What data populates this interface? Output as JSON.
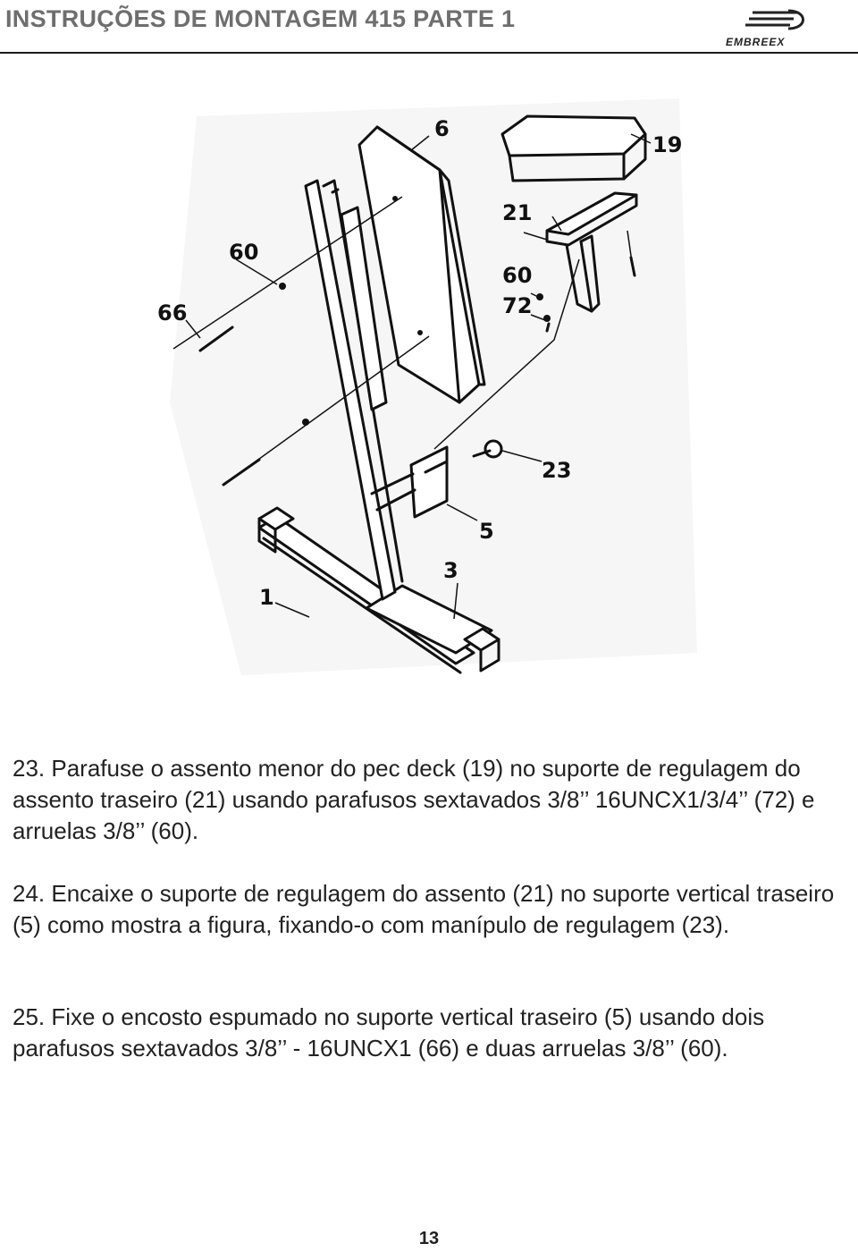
{
  "header": {
    "title": "INSTRUÇÕES DE MONTAGEM 415 PARTE 1",
    "brand": "EMBREEX"
  },
  "diagram": {
    "labels": [
      "6",
      "19",
      "21",
      "60",
      "72",
      "66",
      "60",
      "23",
      "5",
      "3",
      "1"
    ]
  },
  "steps": [
    "23. Parafuse o assento menor do pec deck (19) no suporte de regulagem do assento traseiro (21) usando parafusos sextavados 3/8’’ 16UNCX1/3/4’’ (72) e arruelas 3/8’’ (60).",
    "24. Encaixe o suporte de regulagem do assento (21) no suporte vertical traseiro (5) como mostra a figura, fixando-o com manípulo de regulagem (23).",
    "25. Fixe o encosto espumado no suporte vertical traseiro (5) usando dois parafusos sextavados 3/8’’ - 16UNCX1 (66) e duas arruelas 3/8’’ (60)."
  ],
  "page_number": "13"
}
